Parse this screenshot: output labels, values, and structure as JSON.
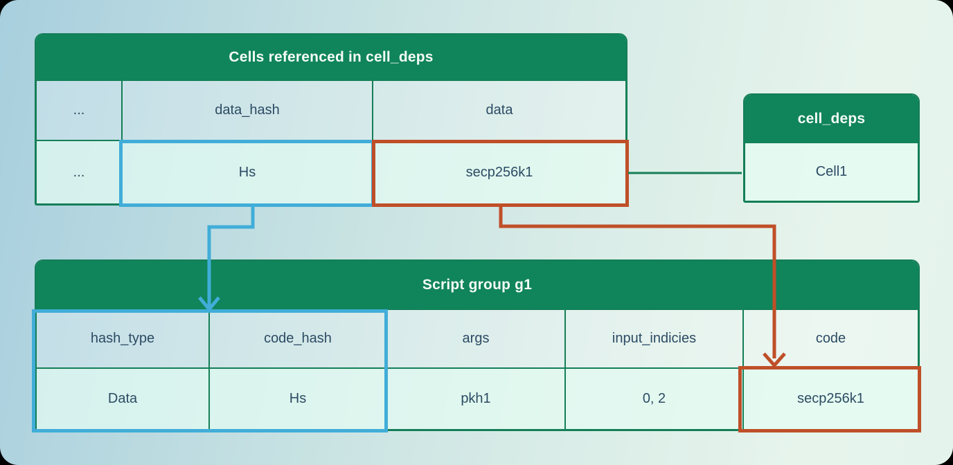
{
  "colors": {
    "header_green": "#10845b",
    "border_green": "#147e56",
    "highlight_blue": "#41add8",
    "highlight_red": "#bf4f28",
    "cell_text": "#2c4b63",
    "canvas_blue": "#a8cfde",
    "canvas_mint": "#e6f4ec"
  },
  "tables": {
    "cells_ref": {
      "title": "Cells referenced in cell_deps",
      "columns": [
        "...",
        "data_hash",
        "data"
      ],
      "values": [
        "...",
        "Hs",
        "secp256k1"
      ]
    },
    "cell_deps": {
      "title": "cell_deps",
      "value": "Cell1"
    },
    "script_group": {
      "title": "Script group g1",
      "columns": [
        "hash_type",
        "code_hash",
        "args",
        "input_indicies",
        "code"
      ],
      "values": [
        "Data",
        "Hs",
        "pkh1",
        "0, 2",
        "secp256k1"
      ]
    }
  },
  "arrows": {
    "blue": {
      "color": "#41add8",
      "from": "Hs (data_hash cell)",
      "to": "hash_type/code_hash columns of Script group g1"
    },
    "red": {
      "color": "#bf4f28",
      "from": "secp256k1 (data cell)",
      "to": "code cell of Script group g1"
    },
    "green": {
      "color": "#147e56",
      "from": "secp256k1 (data cell)",
      "to": "Cell1 in cell_deps"
    }
  }
}
